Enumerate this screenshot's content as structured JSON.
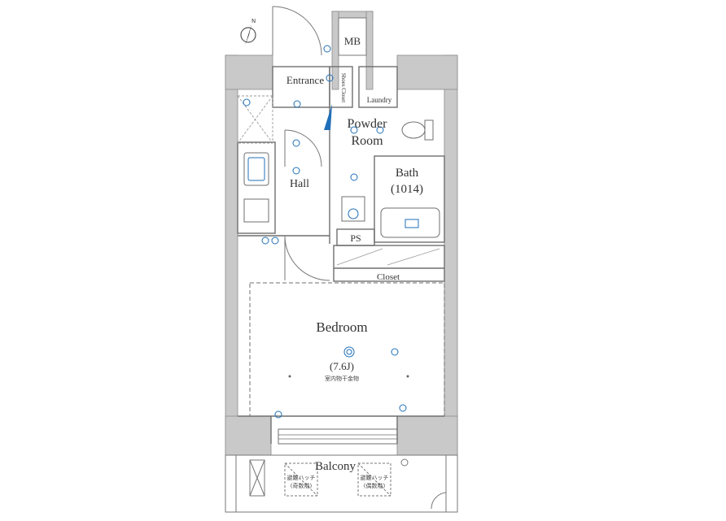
{
  "rooms": {
    "mb": "MB",
    "entrance": "Entrance",
    "shoe_closet": "Shoes Closet",
    "laundry": "Laundry",
    "powder_line1": "Powder",
    "powder_line2": "Room",
    "bath_line1": "Bath",
    "bath_line2": "(1014)",
    "hall": "Hall",
    "ps": "PS",
    "closet": "Closet",
    "bedroom": "Bedroom",
    "bedroom_size": "(7.6J)",
    "indoor_drying": "室内物干金物",
    "balcony": "Balcony",
    "hatch_left_line1": "避難ハッチ",
    "hatch_left_line2": "(奇数階)",
    "hatch_right_line1": "避難ハッチ",
    "hatch_right_line2": "(偶数階)"
  },
  "compass": {
    "north_label": "N"
  },
  "colors": {
    "wall": "#c9c9c9",
    "line": "#6f6f6f",
    "fixture": "#1f6fb8",
    "hatch": "#9a9a9a"
  }
}
